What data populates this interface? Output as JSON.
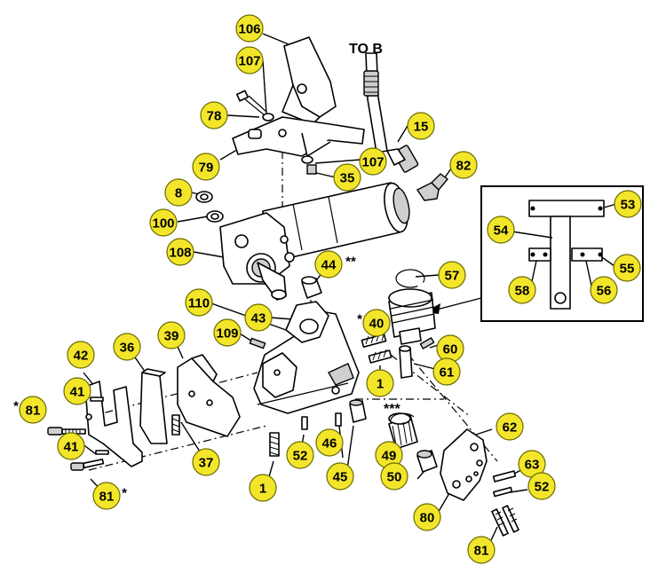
{
  "annotations": {
    "to_b": "TO B",
    "rotation_mark": "***"
  },
  "callouts": [
    {
      "id": "c106",
      "label": "106"
    },
    {
      "id": "c107a",
      "label": "107"
    },
    {
      "id": "c78",
      "label": "78"
    },
    {
      "id": "c79",
      "label": "79"
    },
    {
      "id": "c107b",
      "label": "107"
    },
    {
      "id": "c35",
      "label": "35"
    },
    {
      "id": "c15",
      "label": "15"
    },
    {
      "id": "c82",
      "label": "82"
    },
    {
      "id": "c8",
      "label": "8"
    },
    {
      "id": "c100",
      "label": "100"
    },
    {
      "id": "c108",
      "label": "108"
    },
    {
      "id": "c44",
      "label": "44",
      "suffix": "**"
    },
    {
      "id": "c57",
      "label": "57"
    },
    {
      "id": "c53",
      "label": "53"
    },
    {
      "id": "c54",
      "label": "54"
    },
    {
      "id": "c55",
      "label": "55"
    },
    {
      "id": "c58",
      "label": "58"
    },
    {
      "id": "c56",
      "label": "56"
    },
    {
      "id": "c110",
      "label": "110"
    },
    {
      "id": "c43",
      "label": "43"
    },
    {
      "id": "c40",
      "label": "40",
      "prefix": "*"
    },
    {
      "id": "c109",
      "label": "109"
    },
    {
      "id": "c60",
      "label": "60"
    },
    {
      "id": "c42",
      "label": "42"
    },
    {
      "id": "c36",
      "label": "36"
    },
    {
      "id": "c39",
      "label": "39"
    },
    {
      "id": "c61",
      "label": "61"
    },
    {
      "id": "c1a",
      "label": "1"
    },
    {
      "id": "c41a",
      "label": "41"
    },
    {
      "id": "c81a",
      "label": "81",
      "prefix": "*"
    },
    {
      "id": "c41b",
      "label": "41"
    },
    {
      "id": "c37",
      "label": "37"
    },
    {
      "id": "c46",
      "label": "46"
    },
    {
      "id": "c62",
      "label": "62"
    },
    {
      "id": "c49",
      "label": "49"
    },
    {
      "id": "c52a",
      "label": "52"
    },
    {
      "id": "c45",
      "label": "45"
    },
    {
      "id": "c1b",
      "label": "1"
    },
    {
      "id": "c50",
      "label": "50"
    },
    {
      "id": "c63",
      "label": "63"
    },
    {
      "id": "c81b",
      "label": "81",
      "suffix": "*"
    },
    {
      "id": "c52b",
      "label": "52"
    },
    {
      "id": "c80",
      "label": "80"
    },
    {
      "id": "c81c",
      "label": "81"
    }
  ]
}
